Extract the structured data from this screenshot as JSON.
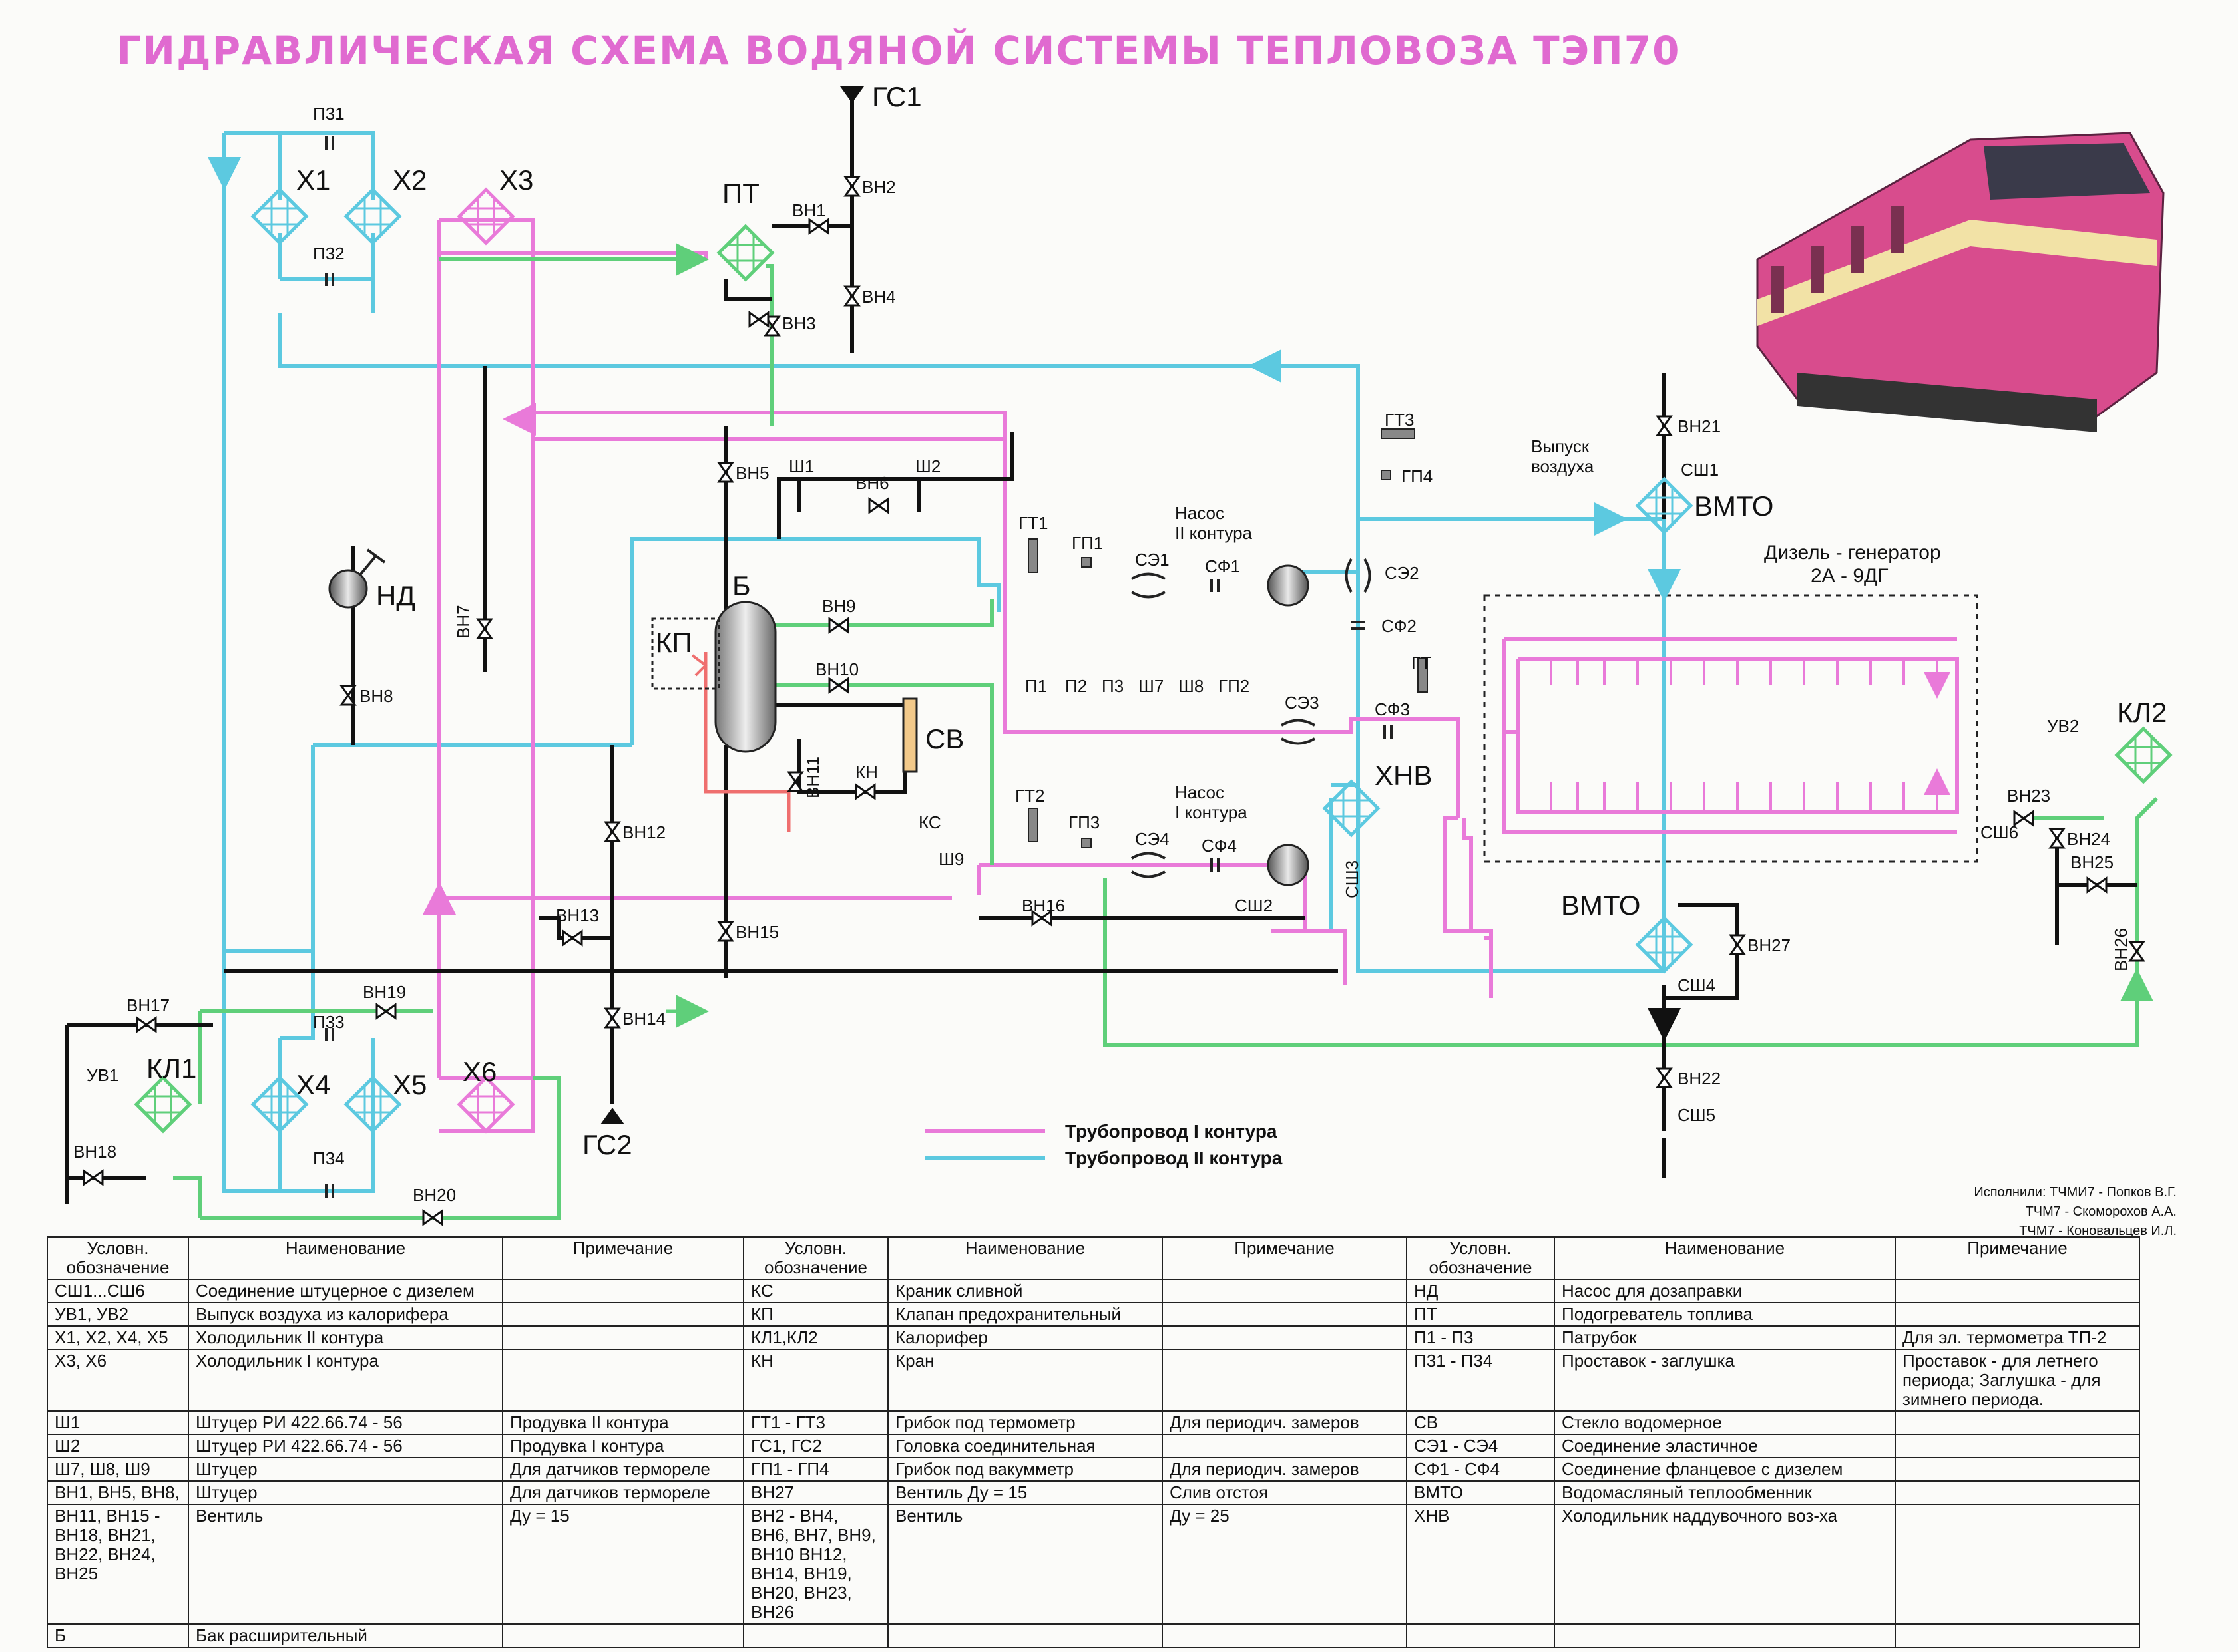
{
  "title": "ГИДРАВЛИЧЕСКАЯ СХЕМА ВОДЯНОЙ СИСТЕМЫ ТЕПЛОВОЗА ТЭП70",
  "colors": {
    "circuit1": "#e97ad9",
    "circuit2": "#5cc9e0",
    "green": "#5fcf7a",
    "black": "#111111",
    "red": "#ef6f6f",
    "title": "#e06ad0"
  },
  "components": {
    "x1": "Х1",
    "x2": "Х2",
    "x3": "Х3",
    "x4": "Х4",
    "x5": "Х5",
    "x6": "Х6",
    "pz1": "П31",
    "pz2": "П32",
    "pz3": "П33",
    "pz4": "П34",
    "pt": "ПТ",
    "gs1": "ГС1",
    "gs2": "ГС2",
    "nd": "НД",
    "b": "Б",
    "kp": "КП",
    "sv": "СВ",
    "ks": "КС",
    "kn": "КН",
    "vmto_top": "ВМТО",
    "vmto_bottom": "ВМТО",
    "hnv": "ХНВ",
    "kl1": "КЛ1",
    "kl2": "КЛ2",
    "uv1": "УВ1",
    "uv2": "УВ2",
    "vn1": "ВН1",
    "vn2": "ВН2",
    "vn3": "ВН3",
    "vn4": "ВН4",
    "vn5": "ВН5",
    "vn6": "ВН6",
    "vn7": "ВН7",
    "vn8": "ВН8",
    "vn9": "ВН9",
    "vn10": "ВН10",
    "vn11": "ВН11",
    "vn12": "ВН12",
    "vn13": "ВН13",
    "vn14": "ВН14",
    "vn15": "ВН15",
    "vn16": "ВН16",
    "vn17": "ВН17",
    "vn18": "ВН18",
    "vn19": "ВН19",
    "vn20": "ВН20",
    "vn21": "ВН21",
    "vn22": "ВН22",
    "vn23": "ВН23",
    "vn24": "ВН24",
    "vn25": "ВН25",
    "vn26": "ВН26",
    "vn27": "ВН27",
    "sh1": "Ш1",
    "sh2": "Ш2",
    "sh9": "Ш9",
    "gt1": "ГТ1",
    "gt2": "ГТ2",
    "gt3": "ГТ3",
    "gt": "ГТ",
    "gp1": "ГП1",
    "gp3": "ГП3",
    "gp4": "ГП4",
    "se1": "СЭ1",
    "se2": "СЭ2",
    "se3": "СЭ3",
    "se4": "СЭ4",
    "sf1": "СФ1",
    "sf2": "СФ2",
    "sf3": "СФ3",
    "sf4": "СФ4",
    "ssh1": "СШ1",
    "ssh2": "СШ2",
    "ssh3": "СШ3",
    "ssh4": "СШ4",
    "ssh5": "СШ5",
    "ssh6": "СШ6",
    "p1": "П1",
    "p2": "П2",
    "p3": "П3",
    "sh7": "Ш7",
    "sh8": "Ш8",
    "gp2": "ГП2",
    "pump2_line1": "Насос",
    "pump2_line2": "II контура",
    "pump1_line1": "Насос",
    "pump1_line2": "I контура",
    "air_line1": "Выпуск",
    "air_line2": "воздуха",
    "diesel_line1": "Дизель - генератор",
    "diesel_line2": "2А - 9ДГ"
  },
  "legend": {
    "circuit1": "Трубопровод I контура",
    "circuit2": "Трубопровод II контура"
  },
  "authors": [
    "Исполнили: ТЧМИ7 - Попков В.Г.",
    "ТЧМ7 - Скоморохов А.А.",
    "ТЧМ7 - Коновальцев И.Л."
  ],
  "table": {
    "headers": [
      "Условн. обозначение",
      "Наименование",
      "Примечание",
      "Условн. обозначение",
      "Наименование",
      "Примечание",
      "Условн. обозначение",
      "Наименование",
      "Примечание"
    ],
    "col1": [
      [
        "СШ1...СШ6",
        "Соединение штуцерное с дизелем",
        ""
      ],
      [
        "УВ1, УВ2",
        "Выпуск воздуха из калорифера",
        ""
      ],
      [
        "Х1, Х2, Х4, Х5",
        "Холодильник II контура",
        ""
      ],
      [
        "Х3, Х6",
        "Холодильник I контура",
        ""
      ],
      [
        "Ш1",
        "Штуцер РИ 422.66.74 - 56",
        "Продувка II контура"
      ],
      [
        "Ш2",
        "Штуцер РИ 422.66.74 - 56",
        "Продувка I контура"
      ],
      [
        "Ш7, Ш8, Ш9",
        "Штуцер",
        "Для датчиков термореле"
      ],
      [
        "ВН1, ВН5, ВН8,",
        "Штуцер",
        "Для датчиков термореле"
      ],
      [
        "ВН11, ВН15 - ВН18, ВН21, ВН22, ВН24, ВН25",
        "Вентиль",
        "Ду = 15"
      ],
      [
        "Б",
        "Бак расширительный",
        ""
      ]
    ],
    "col2": [
      [
        "КС",
        "Краник сливной",
        ""
      ],
      [
        "КП",
        "Клапан предохранительный",
        ""
      ],
      [
        "КЛ1,КЛ2",
        "Калорифер",
        ""
      ],
      [
        "КН",
        "Кран",
        ""
      ],
      [
        "ГТ1 - ГТ3",
        "Грибок под термометр",
        "Для периодич. замеров"
      ],
      [
        "ГС1, ГС2",
        "Головка соединительная",
        ""
      ],
      [
        "ГП1 - ГП4",
        "Грибок под вакумметр",
        "Для периодич. замеров"
      ],
      [
        "ВН27",
        "Вентиль Ду = 15",
        "Слив отстоя"
      ],
      [
        "ВН2 - ВН4, ВН6, ВН7, ВН9, ВН10 ВН12, ВН14, ВН19, ВН20, ВН23, ВН26",
        "Вентиль",
        "Ду = 25"
      ]
    ],
    "col3": [
      [
        "НД",
        "Насос для дозаправки",
        ""
      ],
      [
        "ПТ",
        "Подогреватель топлива",
        ""
      ],
      [
        "П1 - П3",
        "Патрубок",
        "Для эл. термометра ТП-2"
      ],
      [
        "П31 - П34",
        "Проставок - заглушка",
        "Проставок - для летнего периода; Заглушка - для зимнего периода."
      ],
      [
        "СВ",
        "Стекло водомерное",
        ""
      ],
      [
        "СЭ1 - СЭ4",
        "Соединение эластичное",
        ""
      ],
      [
        "СФ1 - СФ4",
        "Соединение фланцевое с дизелем",
        ""
      ],
      [
        "ВМТО",
        "Водомасляный теплообменник",
        ""
      ],
      [
        "ХНВ",
        "Холодильник наддувочного воз-ха",
        ""
      ]
    ]
  }
}
